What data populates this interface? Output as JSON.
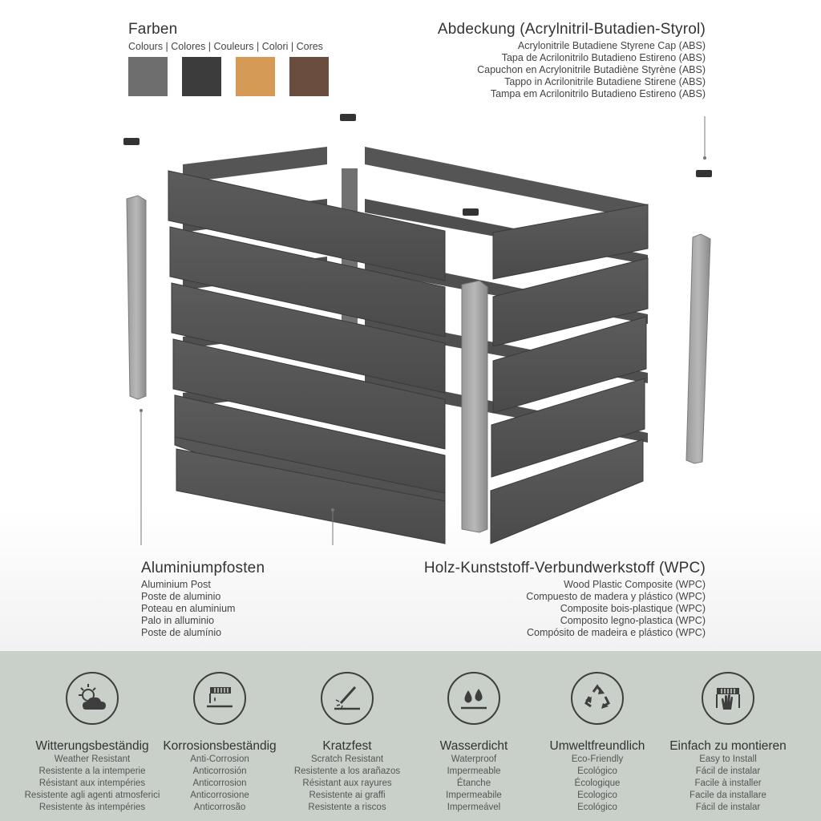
{
  "colours": {
    "title": "Farben",
    "subtitle": "Colours | Colores | Couleurs | Colori | Cores",
    "swatches": [
      {
        "name": "grey",
        "color": "#6e6e6e"
      },
      {
        "name": "anthracite",
        "color": "#3c3c3c"
      },
      {
        "name": "teak",
        "color": "#d59a55"
      },
      {
        "name": "brown",
        "color": "#6b4d40"
      }
    ]
  },
  "cap": {
    "title": "Abdeckung (Acrylnitril-Butadien-Styrol)",
    "lines": [
      "Acrylonitrile Butadiene Styrene Cap (ABS)",
      "Tapa de Acrilonitrilo Butadieno Estireno (ABS)",
      "Capuchon en Acrylonitrile Butadiène Styrène (ABS)",
      "Tappo in Acrilonitrile Butadiene Stirene (ABS)",
      "Tampa em Acrilonitrilo Butadieno Estireno (ABS)"
    ]
  },
  "post": {
    "title": "Aluminiumpfosten",
    "lines": [
      "Aluminium Post",
      "Poste de aluminio",
      "Poteau en aluminium",
      "Palo in alluminio",
      "Poste de alumínio"
    ]
  },
  "wpc": {
    "title": "Holz-Kunststoff-Verbundwerkstoff (WPC)",
    "lines": [
      "Wood Plastic Composite (WPC)",
      "Compuesto de madera y plástico (WPC)",
      "Composite bois-plastique (WPC)",
      "Composito legno-plastica (WPC)",
      "Compósito de madeira e plástico (WPC)"
    ]
  },
  "features": [
    {
      "icon": "weather-icon",
      "title": "Witterungsbeständig",
      "lines": [
        "Weather Resistant",
        "Resistente a la intemperie",
        "Résistant aux intempéries",
        "Resistente agli agenti atmosferici",
        "Resistente às intempéries"
      ]
    },
    {
      "icon": "anti-corrosion-icon",
      "title": "Korrosionsbeständig",
      "lines": [
        "Anti-Corrosion",
        "Anticorrosión",
        "Anticorrosion",
        "Anticorrosione",
        "Anticorrosão"
      ]
    },
    {
      "icon": "scratch-icon",
      "title": "Kratzfest",
      "lines": [
        "Scratch Resistant",
        "Resistente a los arañazos",
        "Résistant aux rayures",
        "Resistente ai graffi",
        "Resistente a riscos"
      ]
    },
    {
      "icon": "water-drops-icon",
      "title": "Wasserdicht",
      "lines": [
        "Waterproof",
        "Impermeable",
        "Étanche",
        "Impermeabile",
        "Impermeável"
      ]
    },
    {
      "icon": "recycle-icon",
      "title": "Umweltfreundlich",
      "lines": [
        "Eco-Friendly",
        "Ecológico",
        "Écologique",
        "Ecologico",
        "Ecológico"
      ]
    },
    {
      "icon": "hand-install-icon",
      "title": "Einfach zu montieren",
      "lines": [
        "Easy to Install",
        "Fácil de instalar",
        "Facile à installer",
        "Facile da installare",
        "Fácil de instalar"
      ]
    }
  ]
}
